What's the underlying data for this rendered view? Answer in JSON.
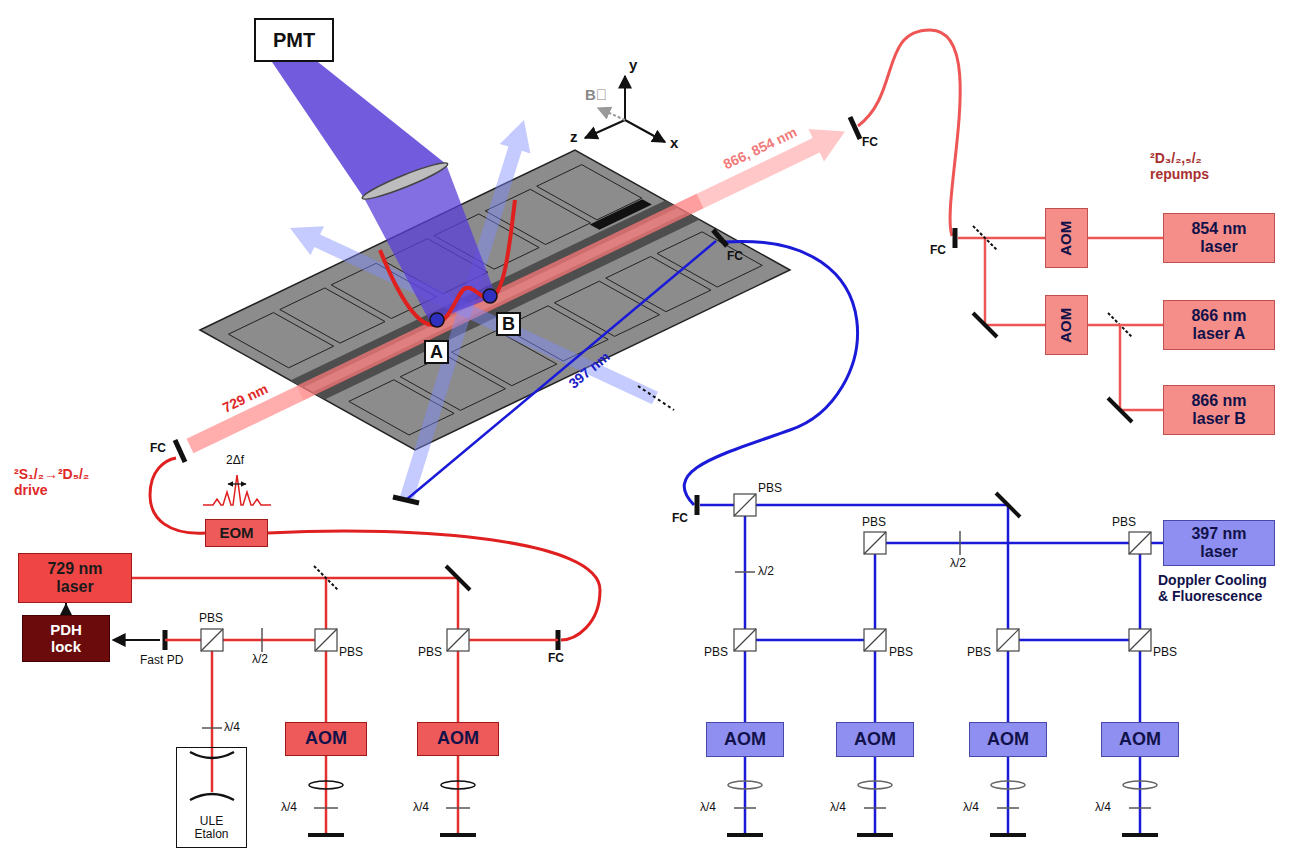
{
  "diagram": {
    "nodes": [
      {
        "text": [
          "PMT"
        ]
      },
      {
        "text": [
          "729 nm laser"
        ]
      },
      {
        "text": [
          "PDH lock"
        ]
      },
      {
        "text": [
          "EOM"
        ]
      },
      {
        "text": [
          "AOM"
        ]
      },
      {
        "text": [
          "AOM"
        ]
      },
      {
        "text": [
          "ULE Etalon"
        ]
      },
      {
        "text": [
          "397 nm laser"
        ]
      },
      {
        "text": [
          "AOM"
        ]
      },
      {
        "text": [
          "AOM"
        ]
      },
      {
        "text": [
          "AOM"
        ]
      },
      {
        "text": [
          "AOM"
        ]
      },
      {
        "text": [
          "854 nm laser"
        ]
      },
      {
        "text": [
          "866 nm laser A"
        ]
      },
      {
        "text": [
          "866 nm laser B"
        ]
      },
      {
        "text": [
          "AOM"
        ]
      },
      {
        "text": [
          "AOM"
        ]
      }
    ],
    "edges": [
      {
        "from": 2,
        "to": 1,
        "arrow": "to"
      },
      {
        "from": 12,
        "to": 15,
        "arrow": "none"
      },
      {
        "from": 13,
        "to": 16,
        "arrow": "none"
      }
    ],
    "labels": [
      "A",
      "B",
      "y",
      "x",
      "z",
      "B⃗",
      "729 nm",
      "866, 854 nm",
      "397 nm",
      "2Δf",
      "²S₁/₂→²D₅/₂ drive",
      "²D₃/₂,₅/₂ repumps",
      "Doppler Cooling & Fluorescence",
      "Fast PD",
      "FC",
      "FC",
      "FC",
      "FC",
      "FC",
      "FC",
      "λ/2",
      "λ/2",
      "λ/2",
      "λ/4",
      "λ/4",
      "λ/4",
      "λ/4",
      "λ/4",
      "λ/4",
      "λ/4",
      "PBS",
      "PBS",
      "PBS",
      "PBS",
      "PBS",
      "PBS",
      "PBS",
      "PBS",
      "PBS",
      "PBS"
    ]
  }
}
